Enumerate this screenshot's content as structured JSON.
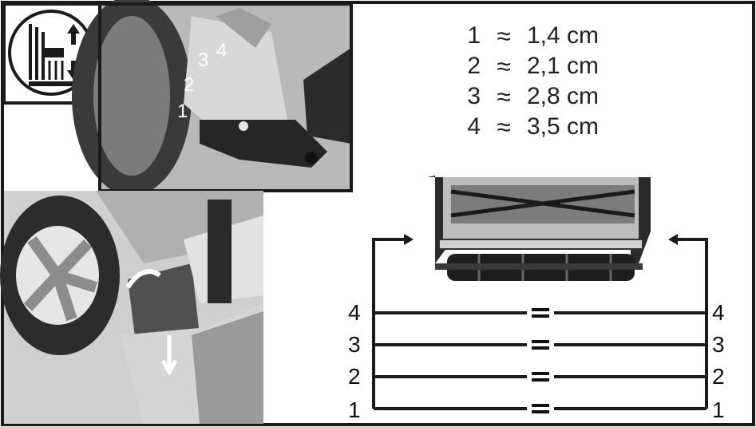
{
  "heights": [
    {
      "level": "1",
      "approx": "≈",
      "value": "1,4 cm"
    },
    {
      "level": "2",
      "approx": "≈",
      "value": "2,1 cm"
    },
    {
      "level": "3",
      "approx": "≈",
      "value": "2,8 cm"
    },
    {
      "level": "4",
      "approx": "≈",
      "value": "3,5 cm"
    }
  ],
  "scale_left": [
    "4",
    "3",
    "2",
    "1"
  ],
  "scale_right": [
    "4",
    "3",
    "2",
    "1"
  ],
  "photo_labels": [
    "1",
    "2",
    "3",
    "4"
  ],
  "colors": {
    "frame": "#1a1a1a",
    "photo_dark": "#2a2a2a",
    "photo_mid": "#8a8a8a",
    "photo_light": "#cfcfcf"
  },
  "icons": [
    "height-adjust-icon",
    "equals-icon",
    "arrow-icon"
  ]
}
